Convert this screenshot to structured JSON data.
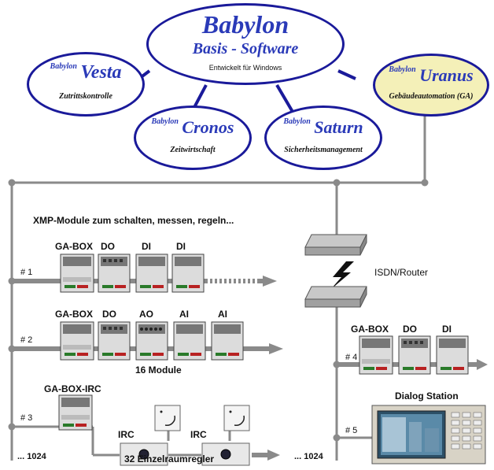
{
  "basis": {
    "title": "Babylon",
    "subtitle": "Basis - Software",
    "note": "Entwickelt für Windows"
  },
  "vesta": {
    "prefix": "Babylon",
    "name": "Vesta",
    "desc": "Zutrittskontrolle"
  },
  "cronos": {
    "prefix": "Babylon",
    "name": "Cronos",
    "desc": "Zeitwirtschaft"
  },
  "saturn": {
    "prefix": "Babylon",
    "name": "Saturn",
    "desc": "Sicherheitsmanagement"
  },
  "uranus": {
    "prefix": "Babylon",
    "name": "Uranus",
    "desc": "Gebäudeautomation (GA)"
  },
  "heading": "XMP-Module zum schalten, messen, regeln...",
  "bus": {
    "b1": "# 1",
    "b2": "# 2",
    "b3": "# 3",
    "b4": "# 4",
    "b5": "# 5",
    "max_left": "... 1024",
    "max_right": "... 1024"
  },
  "row1": [
    "GA-BOX",
    "DO",
    "DI",
    "DI"
  ],
  "row2": [
    "GA-BOX",
    "DO",
    "AO",
    "AI",
    "AI"
  ],
  "row2_caption": "16 Module",
  "row3": {
    "box": "GA-BOX-IRC",
    "irc1": "IRC",
    "irc2": "IRC",
    "caption": "32 Einzelraumregler"
  },
  "row4": [
    "GA-BOX",
    "DO",
    "DI"
  ],
  "router": "ISDN/Router",
  "dialog": "Dialog Station",
  "colors": {
    "ellipse_border": "#1a1a9a",
    "ellipse_text": "#2a3ab8",
    "uranus_fill": "#f4f0b8",
    "bus_line": "#8a8a8a",
    "arrow": "#808080"
  }
}
